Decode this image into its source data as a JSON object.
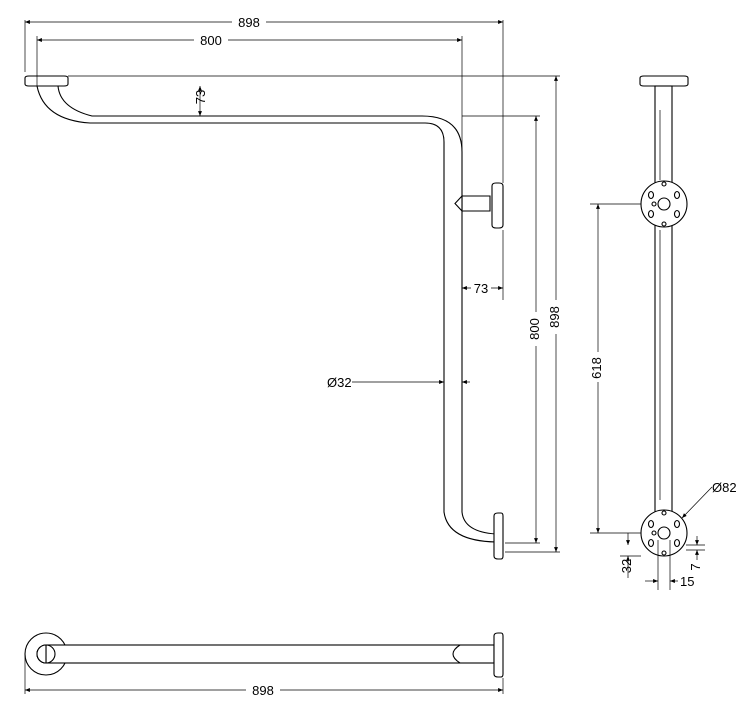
{
  "dimensions": {
    "front_total_width": "898",
    "front_bar_width": "800",
    "front_top_offset": "73",
    "front_side_offset": "73",
    "front_bar_height": "800",
    "front_total_height": "898",
    "tube_diameter": "Ø32",
    "side_flange_spacing": "618",
    "flange_diameter": "Ø82",
    "flange_edge_offset": "32",
    "hole_offset": "7",
    "hole_spacing": "15",
    "bottom_total_width": "898"
  }
}
